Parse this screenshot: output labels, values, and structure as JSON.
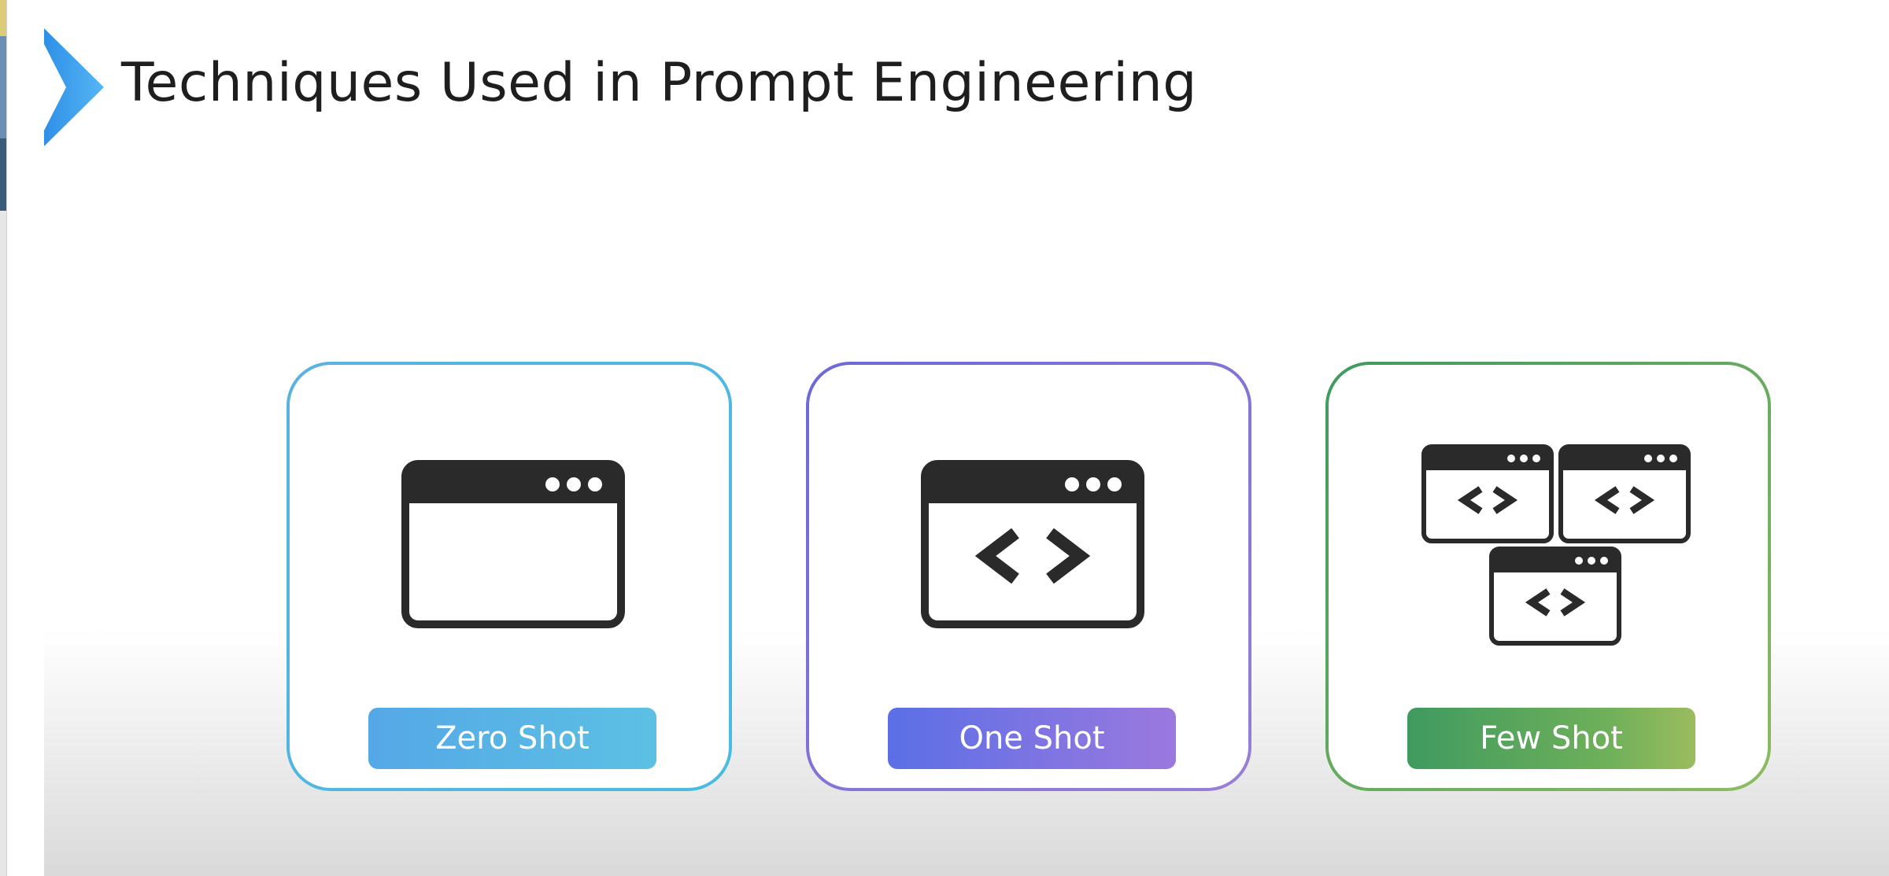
{
  "slide": {
    "title": "Techniques Used in Prompt Engineering"
  },
  "cards": [
    {
      "label": "Zero Shot",
      "icon": "blank-window-icon",
      "accent": "#55a8e6"
    },
    {
      "label": "One Shot",
      "icon": "code-window-icon",
      "accent": "#7b74e0"
    },
    {
      "label": "Few Shot",
      "icon": "multiple-code-windows-icon",
      "accent": "#4fa060"
    }
  ],
  "colors": {
    "chevron": "#3aa0f0",
    "title_text": "#1e1e1e",
    "icon_fill": "#2a2a2a"
  }
}
